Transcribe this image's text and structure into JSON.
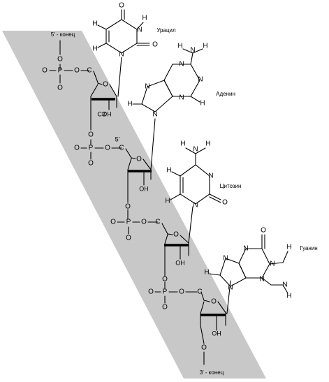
{
  "colors": {
    "backbone_band": "#c8c8c8",
    "ink": "#000000",
    "background": "#ffffff"
  },
  "labels": {
    "five_prime_end": "5' - конец",
    "three_prime_end": "3' - конец",
    "c3_label": "C3'",
    "five_prime_short": "5'",
    "oh": "OH"
  },
  "bases": {
    "uracil": "Урацил",
    "adenine": "Аденин",
    "cytosine": "Цитозин",
    "guanine": "Гуанин"
  },
  "atoms": {
    "O": "O",
    "P": "P",
    "N": "N",
    "H": "H",
    "C": "C",
    "NH": "N",
    "H_label": "H"
  }
}
